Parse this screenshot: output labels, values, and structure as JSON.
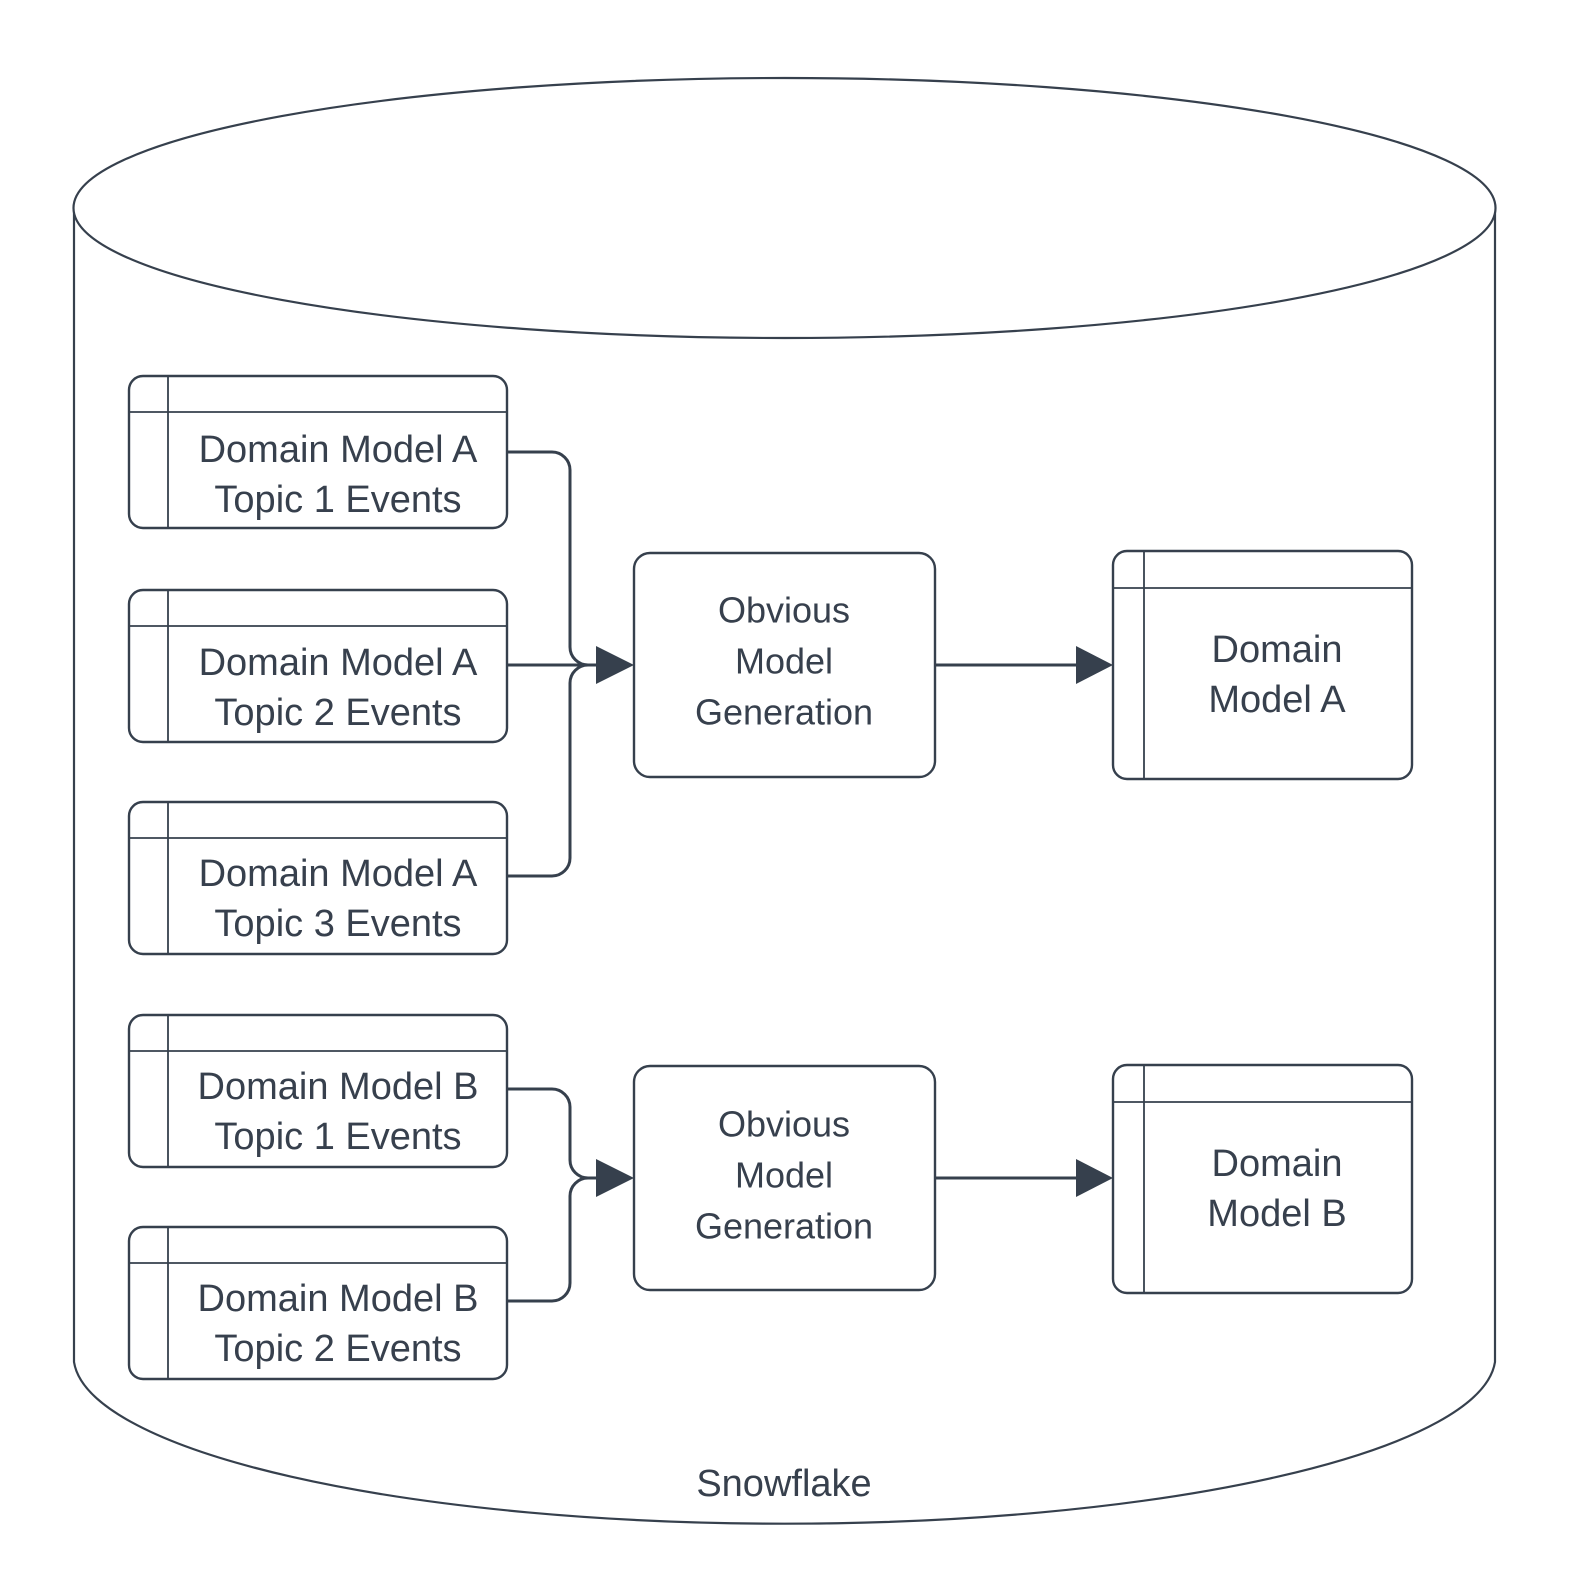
{
  "diagram": {
    "title": "Snowflake",
    "container": {
      "name": "Snowflake",
      "shape": "cylinder",
      "label": "Snowflake"
    },
    "colors": {
      "stroke": "#36404d",
      "text": "#37404d",
      "background": "#ffffff",
      "node_fill": "#ffffff"
    },
    "source_tables": [
      {
        "id": "a-topic-1",
        "line1": "Domain Model A",
        "line2": "Topic 1 Events"
      },
      {
        "id": "a-topic-2",
        "line1": "Domain Model A",
        "line2": "Topic 2 Events"
      },
      {
        "id": "a-topic-3",
        "line1": "Domain Model A",
        "line2": "Topic 3 Events"
      },
      {
        "id": "b-topic-1",
        "line1": "Domain Model B",
        "line2": "Topic 1 Events"
      },
      {
        "id": "b-topic-2",
        "line1": "Domain Model B",
        "line2": "Topic 2 Events"
      }
    ],
    "processes": [
      {
        "id": "proc-a",
        "line1": "Obvious",
        "line2": "Model",
        "line3": "Generation"
      },
      {
        "id": "proc-b",
        "line1": "Obvious",
        "line2": "Model",
        "line3": "Generation"
      }
    ],
    "outputs": [
      {
        "id": "model-a",
        "line1": "Domain",
        "line2": "Model A"
      },
      {
        "id": "model-b",
        "line1": "Domain",
        "line2": "Model B"
      }
    ]
  }
}
